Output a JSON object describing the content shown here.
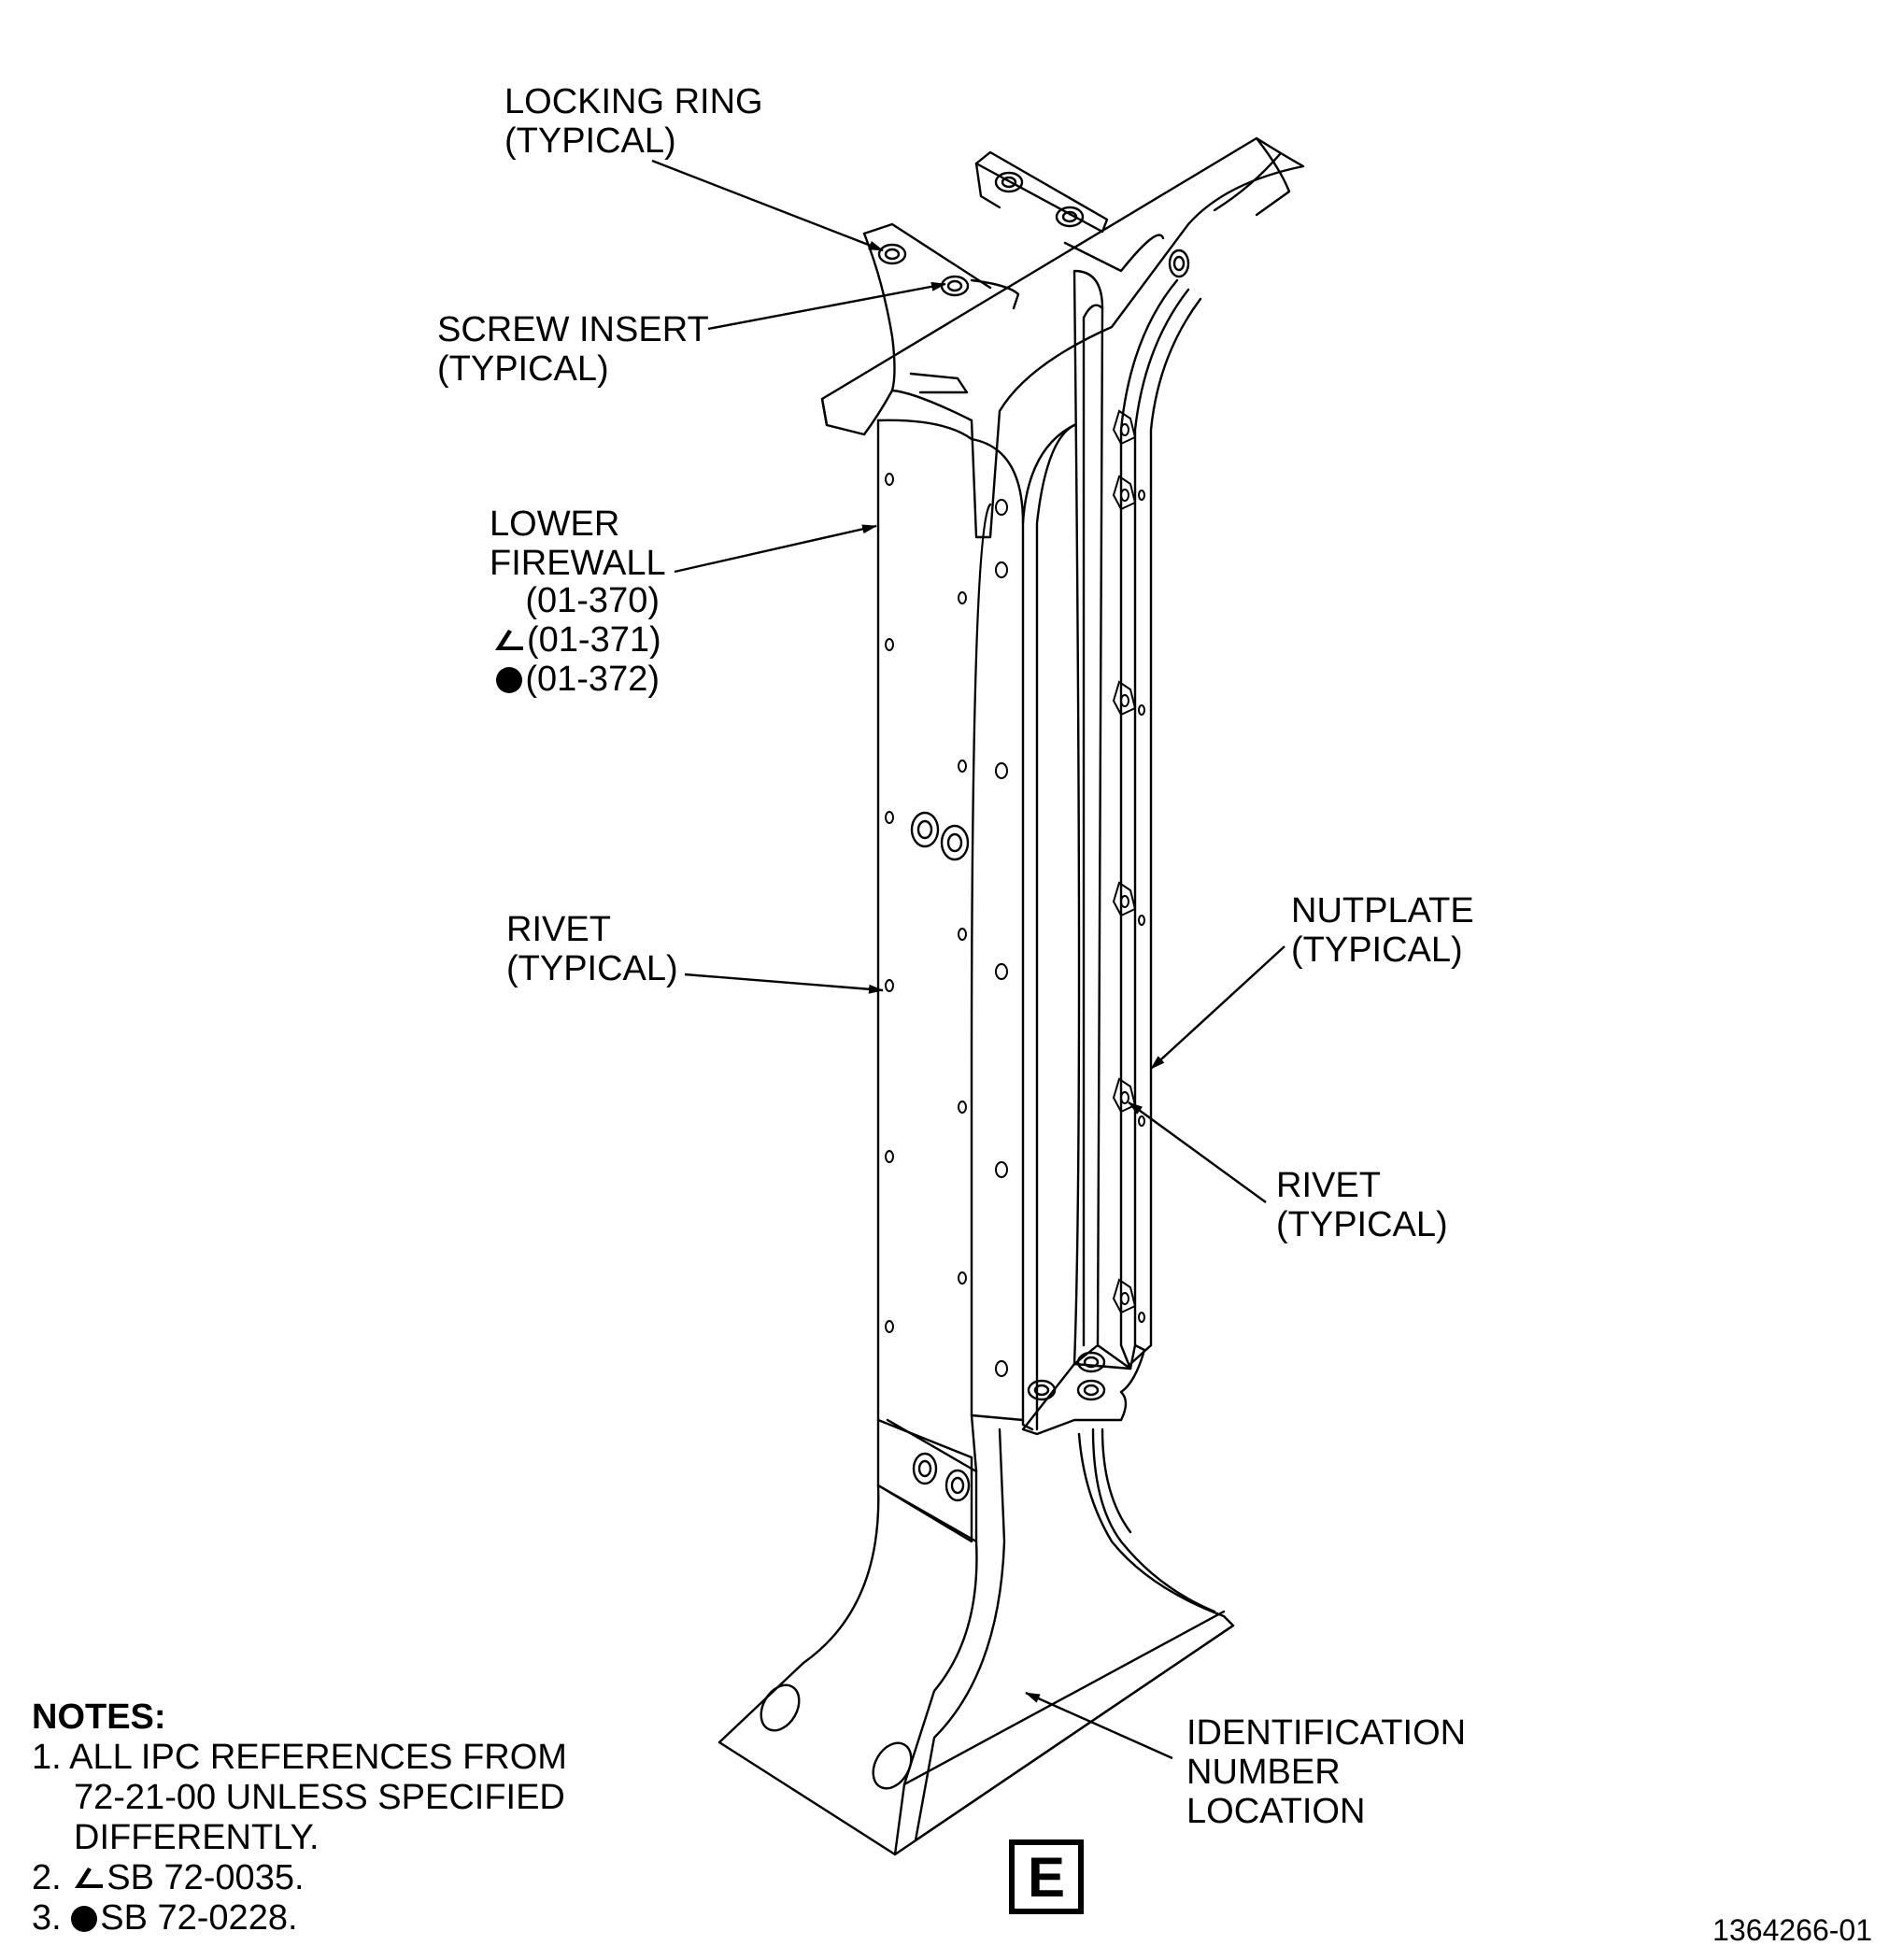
{
  "labels": {
    "locking_ring": [
      "LOCKING RING",
      "(TYPICAL)"
    ],
    "screw_insert": [
      "SCREW INSERT",
      "(TYPICAL)"
    ],
    "lower_firewall": [
      "LOWER",
      "FIREWALL"
    ],
    "refs": [
      "(01-370)",
      "(01-371)",
      "(01-372)"
    ],
    "rivet_left": [
      "RIVET",
      "(TYPICAL)"
    ],
    "nutplate": [
      "NUTPLATE",
      "(TYPICAL)"
    ],
    "rivet_right": [
      "RIVET",
      "(TYPICAL)"
    ],
    "id_location": [
      "IDENTIFICATION",
      "NUMBER",
      "LOCATION"
    ]
  },
  "notes": {
    "heading": "NOTES:",
    "items": [
      [
        "1. ALL IPC REFERENCES FROM",
        "72-21-00 UNLESS SPECIFIED",
        "DIFFERENTLY."
      ],
      [
        "2. ",
        "SB 72-0035."
      ],
      [
        "3. ",
        "SB 72-0228."
      ]
    ]
  },
  "view_letter": "E",
  "figure_id": "1364266-01",
  "symbols": {
    "sb_72_0035": "angle-mark",
    "sb_72_0228": "filled-circle"
  }
}
